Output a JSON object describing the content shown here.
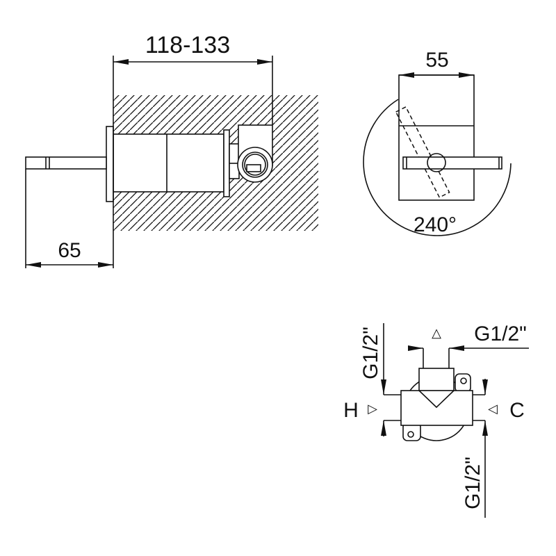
{
  "side_view": {
    "dim_total_depth": "118-133",
    "dim_spout": "65"
  },
  "top_view": {
    "dim_width": "55",
    "rotation_angle": "240°"
  },
  "connection_view": {
    "thread_left": "G1/2\"",
    "thread_top": "G1/2\"",
    "thread_bottom": "G1/2\"",
    "outlet_marker": "△",
    "hot_label": "H",
    "hot_marker": "▷",
    "cold_label": "C",
    "cold_marker": "◁"
  },
  "colors": {
    "line": "#111111",
    "background": "#ffffff"
  }
}
